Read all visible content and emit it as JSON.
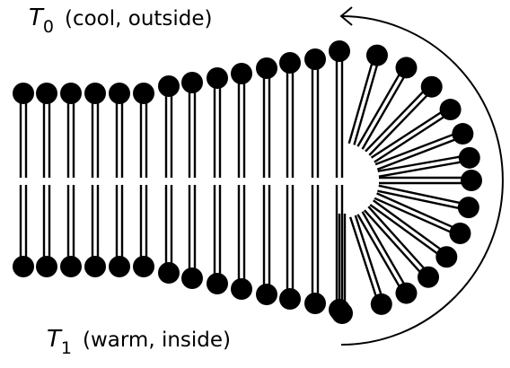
{
  "labels": {
    "outside": {
      "symbol": "T",
      "subscript": "0",
      "text": "(cool, outside)"
    },
    "inside": {
      "symbol": "T",
      "subscript": "1",
      "text": "(warm, inside)"
    }
  }
}
